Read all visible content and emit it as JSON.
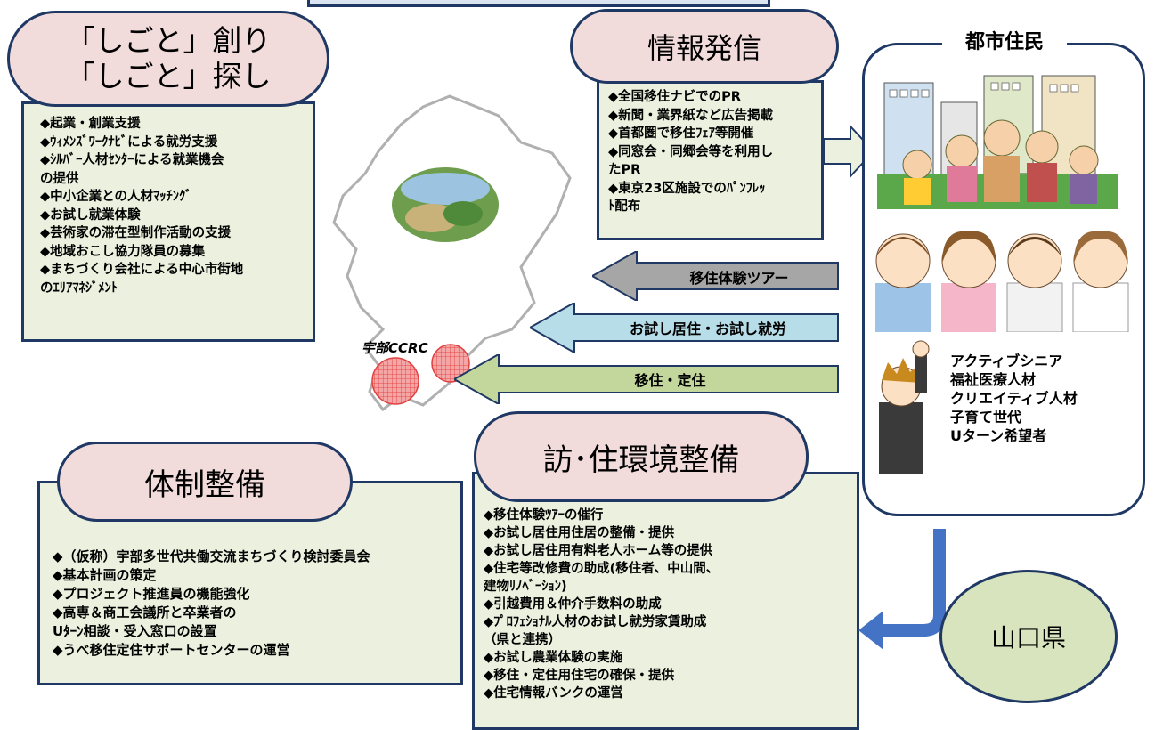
{
  "shigoto": {
    "title_line1": "「しごと」創り",
    "title_line2": "「しごと」探し",
    "items": [
      "◆起業・創業支援",
      "◆ｳｨﾒﾝｽﾞﾜｰｸﾅﾋﾞによる就労支援",
      "◆ｼﾙﾊﾞｰ人材ｾﾝﾀｰによる就業機会\nの提供",
      "◆中小企業との人材ﾏｯﾁﾝｸﾞ",
      "◆お試し就業体験",
      "◆芸術家の滞在型制作活動の支援",
      "◆地域おこし協力隊員の募集",
      "◆まちづくり会社による中心市街地\nのｴﾘｱﾏﾈｼﾞﾒﾝﾄ"
    ]
  },
  "joho": {
    "title": "情報発信",
    "items": [
      "◆全国移住ナビでのPR",
      "◆新聞・業界紙など広告掲載",
      "◆首都圏で移住ﾌｪｱ等開催",
      "◆同窓会・同郷会等を利用し\nたPR",
      "◆東京23区施設でのﾊﾟﾝﾌﾚｯ\nﾄ配布"
    ]
  },
  "toshi": {
    "title": "都市住民",
    "personas": [
      "アクティブシニア",
      "福祉医療人材",
      "クリエイティブ人材",
      "子育て世代",
      "Uターン希望者"
    ]
  },
  "arrows": {
    "tour": "移住体験ツアー",
    "trial": "お試し居住・お試し就労",
    "settle": "移住・定住"
  },
  "map": {
    "ccrc_label": "宇部CCRC"
  },
  "taisei": {
    "title": "体制整備",
    "items": [
      "◆（仮称）宇部多世代共働交流まちづくり検討委員会",
      "◆基本計画の策定",
      "◆プロジェクト推進員の機能強化",
      "◆高専＆商工会議所と卒業者の\n  Uﾀｰﾝ相談・受入窓口の設置",
      "◆うべ移住定住サポートセンターの運営"
    ]
  },
  "kankyo": {
    "title": "訪･住環境整備",
    "items": [
      "◆移住体験ﾂｱｰの催行",
      "◆お試し居住用住居の整備・提供",
      "◆お試し居住用有料老人ホーム等の提供",
      "◆住宅等改修費の助成(移住者、中山間、\n建物ﾘﾉﾍﾞｰｼｮﾝ)",
      "◆引越費用＆仲介手数料の助成",
      "◆ﾌﾟﾛﾌｪｼｮﾅﾙ人材のお試し就労家賃助成\n（県と連携）",
      "◆お試し農業体験の実施",
      "◆移住・定住用住宅の確保・提供",
      "◆住宅情報バンクの運営"
    ]
  },
  "yamaguchi": {
    "label": "山口県"
  },
  "colors": {
    "navy": "#1f3864",
    "green_fill": "#ebf1de",
    "pink_fill": "#f2dcdb",
    "oval_fill": "#d7e4bd",
    "arrow_gray": "#a6a6a6",
    "arrow_blue": "#b7dde8",
    "arrow_green": "#c3d69b",
    "blue_arrow": "#4472c4"
  }
}
